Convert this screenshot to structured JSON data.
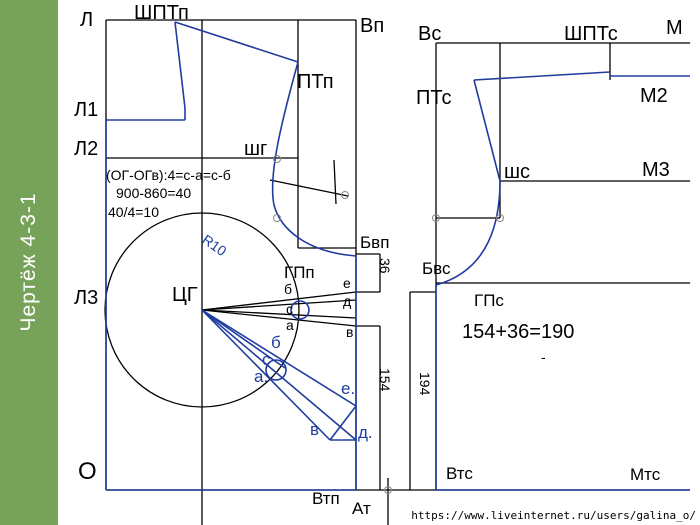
{
  "sidebar": {
    "title": "Чертёж  4-3-1",
    "color": "#77a25a"
  },
  "colors": {
    "blue": "#1f3da0",
    "black": "#000000"
  },
  "labels": {
    "L": "Л",
    "SHPTp": "ШПТп",
    "Vp": "Вп",
    "Vs": "Вс",
    "SHPTs": "ШПТс",
    "M": "М",
    "L1": "Л1",
    "PTp": "ПТп",
    "PTs": "ПТс",
    "M2": "М2",
    "L2": "Л2",
    "shg": "шг",
    "shs": "шс",
    "M3": "М3",
    "Bvp": "Бвп",
    "Bvs": "Бвс",
    "GPp": "ГПп",
    "GPs": "ГПс",
    "L3": "Л3",
    "TSG": "ЦГ",
    "R10": "R10",
    "e": "е",
    "d": "д",
    "b": "б",
    "c": "с",
    "a": "а",
    "v": "в",
    "b2": "б",
    "c2": "с",
    "a2": "а.",
    "e2": "е.",
    "v2": "в",
    "d2": "д.",
    "O": "О",
    "Vtp": "Втп",
    "At": "Ат",
    "Vts": "Втс",
    "Mts": "Мтс",
    "n36": "36",
    "n154": "154",
    "n194": "194",
    "dash": "-"
  },
  "formula": {
    "line1": "(ОГ-ОГв):4=с-а=с-б",
    "line2": "900-860=40",
    "line3": "40/4=10"
  },
  "sum": "154+36=190",
  "watermark": "https://www.liveinternet.ru/users/galina_o/"
}
